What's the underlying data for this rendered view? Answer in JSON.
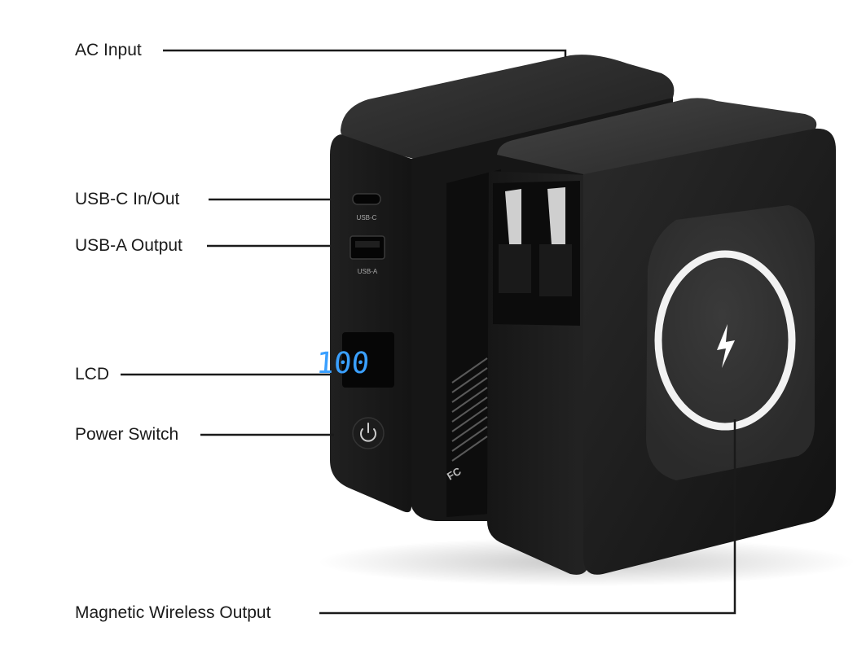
{
  "callouts": [
    {
      "id": "ac-input",
      "label": "AC Input"
    },
    {
      "id": "usb-c",
      "label": "USB-C In/Out"
    },
    {
      "id": "usb-a",
      "label": "USB-A Output"
    },
    {
      "id": "lcd",
      "label": "LCD"
    },
    {
      "id": "power",
      "label": "Power Switch"
    },
    {
      "id": "wireless",
      "label": "Magnetic Wireless Output"
    }
  ],
  "device": {
    "usb_c_port_label": "USB-C",
    "usb_a_port_label": "USB-A",
    "lcd_value": "100",
    "lcd_color": "#3aa0ff",
    "ring_color": "#f2f2f2",
    "body_color": "#1b1b1b",
    "bolt_color": "#ffffff",
    "power_icon": "power-icon",
    "wireless_icon": "lightning-bolt-icon"
  }
}
